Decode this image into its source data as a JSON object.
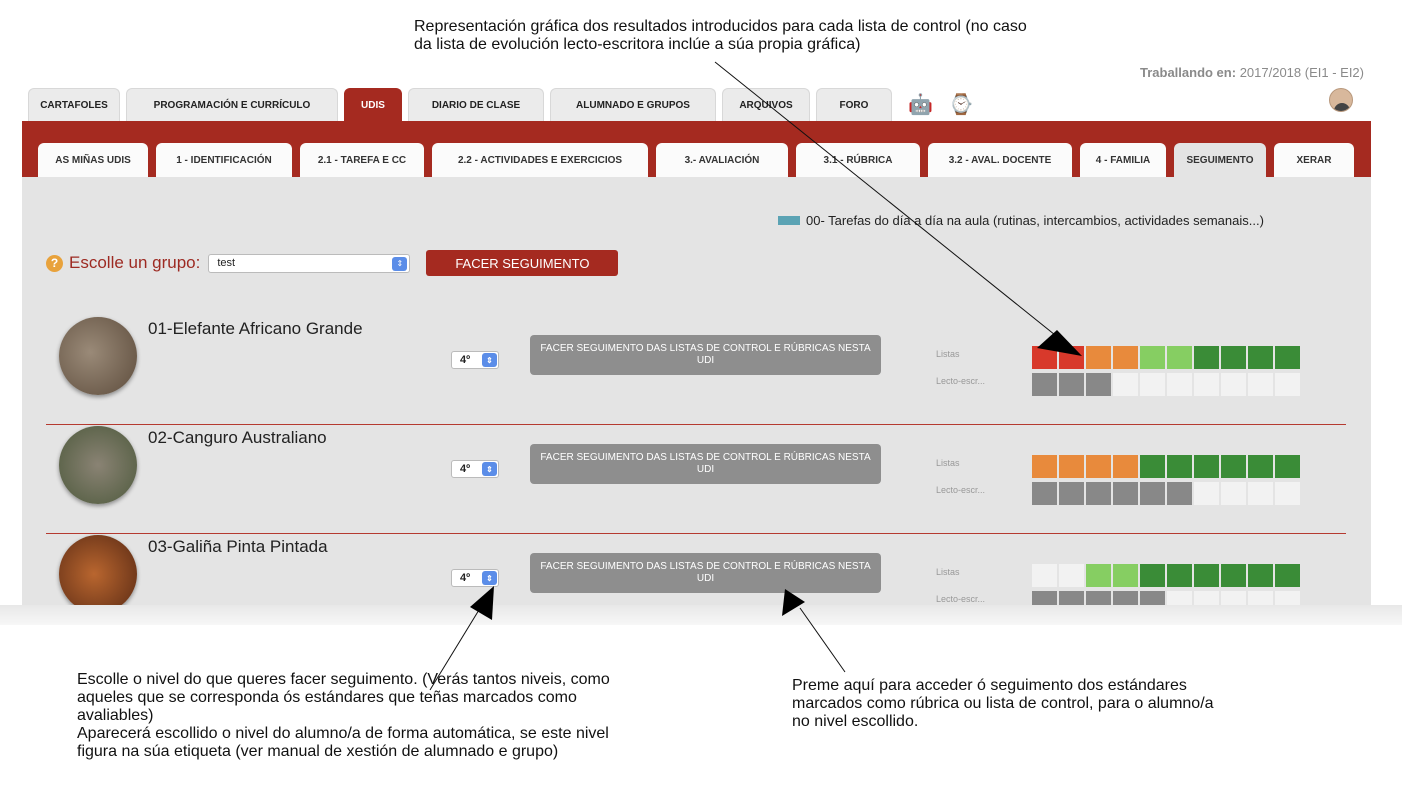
{
  "annotations": {
    "top_note": [
      "Representación gráfica dos resultados introducidos para cada lista de control  (no caso",
      "da lista de evolución lecto-escritora inclúe a súa propia gráfica)"
    ],
    "level_note": [
      "Escolle o nivel do que queres facer seguimento. (Verás tantos niveis, como",
      "aqueles que se corresponda ós estándares que teñas marcados como",
      "avaliables)",
      "Aparecerá escollido o nivel do alumno/a de forma automática, se este nivel",
      "figura na súa  etiqueta (ver manual de xestión de alumnado e grupo)"
    ],
    "button_note": [
      "Preme aquí para acceder ó seguimento dos estándares",
      "marcados como rúbrica ou lista de control, para o alumno/a",
      "no nivel escollido."
    ]
  },
  "header": {
    "working_label": "Traballando en:",
    "working_value": "2017/2018 (EI1 - EI2)"
  },
  "main_tabs": [
    "CARTAFOLES",
    "PROGRAMACIÓN E CURRÍCULO",
    "UDIS",
    "DIARIO DE CLASE",
    "ALUMNADO E GRUPOS",
    "ARQUIVOS",
    "FORO"
  ],
  "active_main_tab": "UDIS",
  "device_icons": [
    "android-icon",
    "apple-icon",
    "watch-icon"
  ],
  "sub_tabs": [
    "AS MIÑAS UDIS",
    "1 - IDENTIFICACIÓN",
    "2.1 - TAREFA E CC",
    "2.2 - ACTIVIDADES E EXERCICIOS",
    "3.- AVALIACIÓN",
    "3.1 - RÚBRICA",
    "3.2 - AVAL. DOCENTE",
    "4 - FAMILIA",
    "SEGUIMENTO",
    "XERAR"
  ],
  "active_sub_tab": "SEGUIMENTO",
  "legend": {
    "color": "#5ba3b4",
    "label": "00- Tarefas do día a día na aula (rutinas, intercambios, actividades semanais...)"
  },
  "group_selector": {
    "label": "Escolle un grupo:",
    "value": "test",
    "button": "FACER SEGUIMENTO"
  },
  "row_labels": {
    "lists": "Listas",
    "lecto": "Lecto-escr..."
  },
  "students": [
    {
      "name": "01-Elefante Africano Grande",
      "level": "4º",
      "button": "FACER SEGUIMENTO DAS LISTAS DE CONTROL E RÚBRICAS NESTA UDI",
      "lists": [
        "red",
        "red",
        "orange",
        "orange",
        "lgreen",
        "lgreen",
        "dgreen",
        "dgreen",
        "dgreen",
        "dgreen"
      ],
      "lecto": [
        "gray",
        "gray",
        "gray",
        "empty",
        "empty",
        "empty",
        "empty",
        "empty",
        "empty",
        "empty"
      ]
    },
    {
      "name": "02-Canguro Australiano",
      "level": "4º",
      "button": "FACER SEGUIMENTO DAS LISTAS DE CONTROL E RÚBRICAS NESTA UDI",
      "lists": [
        "orange",
        "orange",
        "orange",
        "orange",
        "dgreen",
        "dgreen",
        "dgreen",
        "dgreen",
        "dgreen",
        "dgreen"
      ],
      "lecto": [
        "gray",
        "gray",
        "gray",
        "gray",
        "gray",
        "gray",
        "empty",
        "empty",
        "empty",
        "empty"
      ]
    },
    {
      "name": "03-Galiña Pinta Pintada",
      "level": "4º",
      "button": "FACER SEGUIMENTO DAS LISTAS DE CONTROL E RÚBRICAS NESTA UDI",
      "lists": [
        "empty",
        "empty",
        "lgreen",
        "lgreen",
        "dgreen",
        "dgreen",
        "dgreen",
        "dgreen",
        "dgreen",
        "dgreen"
      ],
      "lecto": [
        "gray",
        "gray",
        "gray",
        "gray",
        "gray",
        "empty",
        "empty",
        "empty",
        "empty",
        "empty"
      ]
    }
  ]
}
